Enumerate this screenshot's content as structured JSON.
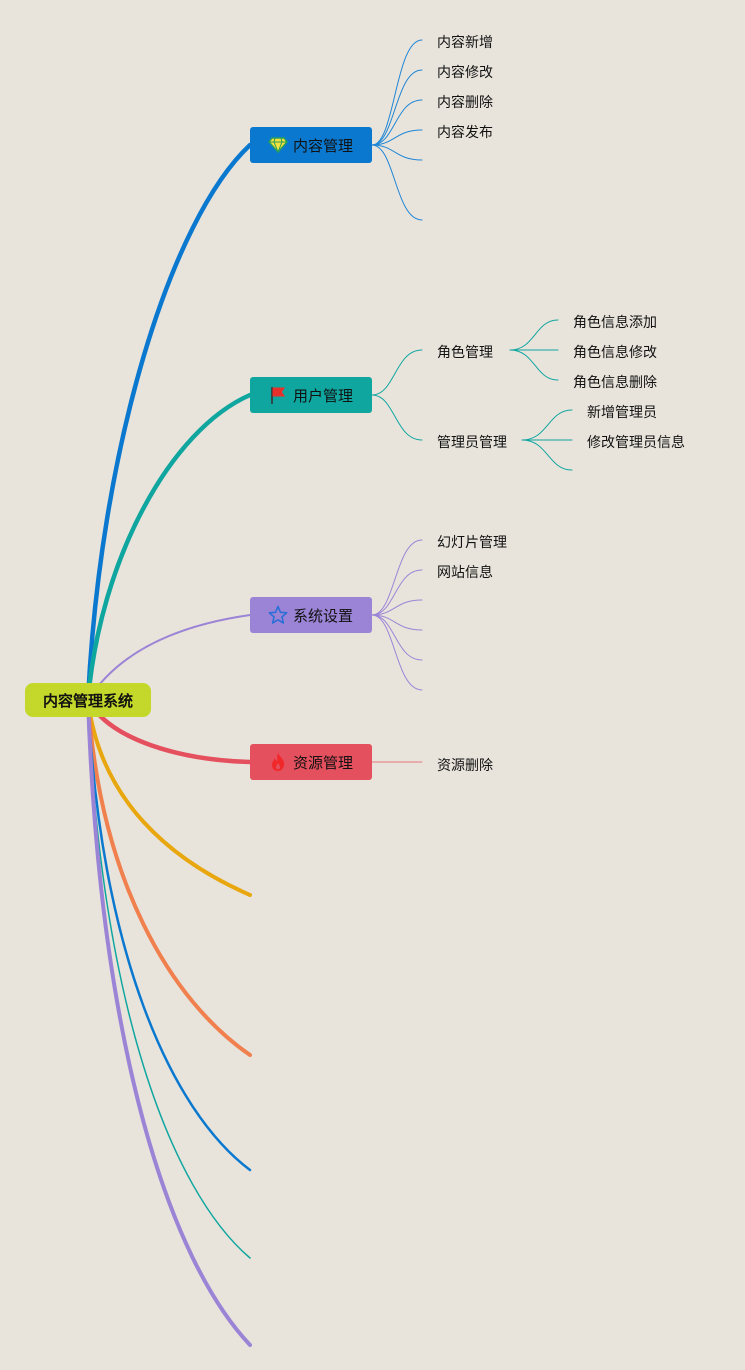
{
  "root": {
    "label": "内容管理系统"
  },
  "branches": [
    {
      "label": "内容管理",
      "icon": "diamond-icon",
      "color": "#0b78d0",
      "children": [
        "内容新增",
        "内容修改",
        "内容删除",
        "内容发布"
      ]
    },
    {
      "label": "用户管理",
      "icon": "red-flag-icon",
      "color": "#10a6a0",
      "children": [
        {
          "label": "角色管理",
          "children": [
            "角色信息添加",
            "角色信息修改",
            "角色信息删除"
          ]
        },
        {
          "label": "管理员管理",
          "children": [
            "新增管理员",
            "修改管理员信息"
          ]
        }
      ]
    },
    {
      "label": "系统设置",
      "icon": "star-icon",
      "color": "#9b84d6",
      "children": [
        "幻灯片管理",
        "网站信息"
      ]
    },
    {
      "label": "资源管理",
      "icon": "flame-icon",
      "color": "#e5505e",
      "children": [
        "资源删除"
      ]
    }
  ],
  "empty_branch_colors": [
    "#e8a70e",
    "#f0804e",
    "#0b78d0",
    "#10a6a0",
    "#9b84d6"
  ]
}
